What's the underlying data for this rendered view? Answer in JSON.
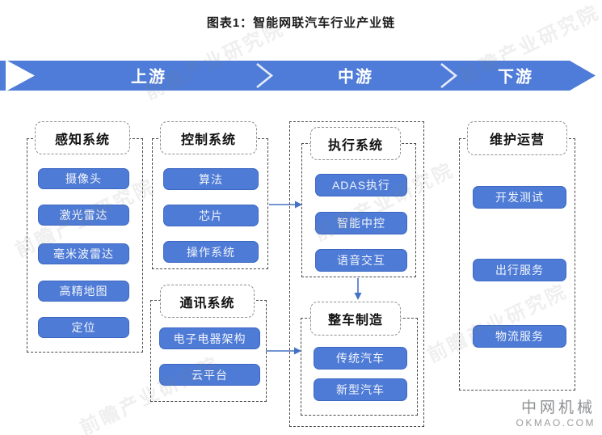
{
  "title": "图表1：智能网联汽车行业产业链",
  "banner": {
    "color": "#4f7cd8",
    "segments": [
      {
        "label": "上游"
      },
      {
        "label": "中游"
      },
      {
        "label": "下游"
      }
    ]
  },
  "groups": {
    "perception": {
      "header": "感知系统",
      "items": [
        "摄像头",
        "激光雷达",
        "毫米波雷达",
        "高精地图",
        "定位"
      ]
    },
    "control": {
      "header": "控制系统",
      "items": [
        "算法",
        "芯片",
        "操作系统"
      ]
    },
    "communication": {
      "header": "通讯系统",
      "items": [
        "电子电器架构",
        "云平台"
      ]
    },
    "execution": {
      "header": "执行系统",
      "items": [
        "ADAS执行",
        "智能中控",
        "语音交互"
      ]
    },
    "manufacturing": {
      "header": "整车制造",
      "items": [
        "传统汽车",
        "新型汽车"
      ]
    },
    "maintenance": {
      "header": "维护运营",
      "items": [
        "开发测试",
        "出行服务",
        "物流服务"
      ]
    }
  },
  "watermark": {
    "text": "前瞻产业研究院"
  },
  "brand": {
    "name": "中网机械",
    "site": "OKMAO.COM"
  },
  "colors": {
    "banner_blue": "#4f7cd8",
    "node_blue": "#4e7bd6",
    "arrow_blue": "#4472c4",
    "dash_dark": "#4a4a4a",
    "dash_light": "#8f8f8f"
  }
}
